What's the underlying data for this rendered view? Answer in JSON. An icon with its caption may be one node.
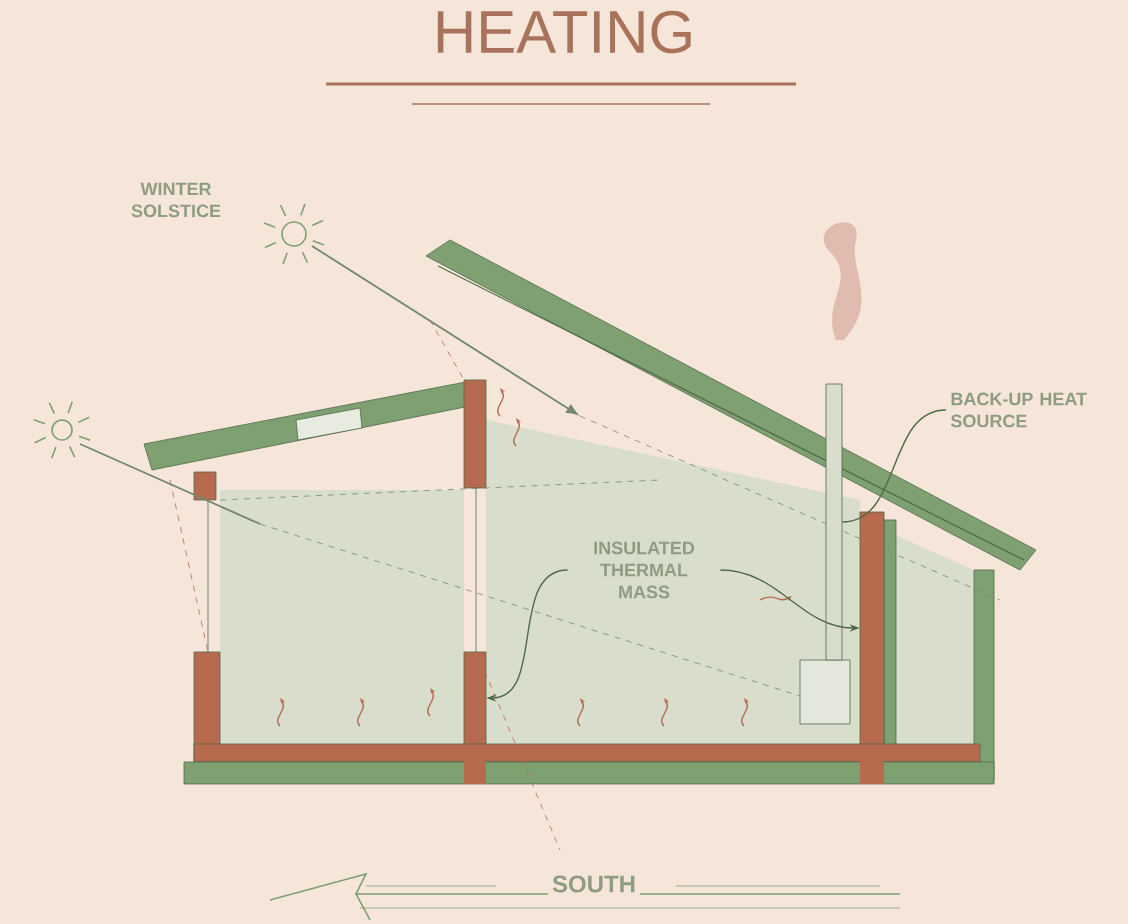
{
  "diagram": {
    "title": "HEATING",
    "nodes": [
      {
        "text": [
          "BACK-UP HEAT SOURCE"
        ]
      },
      {
        "text": [],
        "shape": "bar"
      },
      {
        "text": [
          "INSULATED THERMAL MASS"
        ]
      },
      {
        "text": [],
        "shape": "bar"
      },
      {
        "text": [],
        "shape": "bar"
      }
    ],
    "edges": [
      {
        "from": 0,
        "to": 1,
        "arrow": "none"
      },
      {
        "from": 2,
        "to": 3,
        "arrow": "to"
      },
      {
        "from": 2,
        "to": 4,
        "arrow": "to"
      }
    ],
    "labels": [
      "WINTER SOLSTICE",
      "SOUTH"
    ]
  }
}
